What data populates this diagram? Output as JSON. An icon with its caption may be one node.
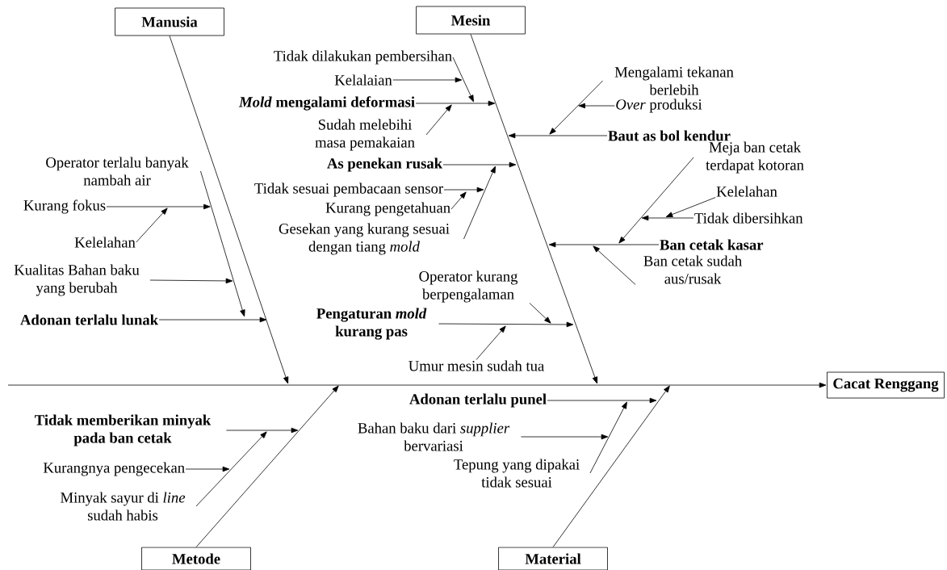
{
  "diagram": {
    "nodes": [
      {
        "text": [
          "Manusia"
        ]
      },
      {
        "text": [
          "Mesin"
        ]
      },
      {
        "text": [
          "Tidak dilakukan pembersihan"
        ]
      },
      {
        "text": [
          "Kelalaian"
        ]
      },
      {
        "text": [
          "*Mold* mengalami deformasi"
        ]
      },
      {
        "text": [
          "Sudah melebihi masa pemakaian"
        ]
      },
      {
        "text": [
          "Mengalami tekanan berlebih"
        ]
      },
      {
        "text": [
          "*Over* produksi"
        ]
      },
      {
        "text": [
          "Baut as bol kendur"
        ]
      },
      {
        "text": [
          "Meja ban cetak terdapat kotoran"
        ]
      },
      {
        "text": [
          "Operator terlalu banyak nambah air"
        ]
      },
      {
        "text": [
          "As penekan rusak"
        ]
      },
      {
        "text": [
          "Tidak sesuai pembacaan sensor"
        ]
      },
      {
        "text": [
          "Kelelahan"
        ]
      },
      {
        "text": [
          "Kurang pengetahuan"
        ]
      },
      {
        "text": [
          "Kurang fokus"
        ]
      },
      {
        "text": [
          "Tidak dibersihkan"
        ]
      },
      {
        "text": [
          "Kelelahan"
        ]
      },
      {
        "text": [
          "Gesekan yang kurang sesuai dengan tiang *mold*"
        ]
      },
      {
        "text": [
          "Ban cetak kasar"
        ]
      },
      {
        "text": [
          "Ban cetak sudah aus/rusak"
        ]
      },
      {
        "text": [
          "Kualitas Bahan baku yang berubah"
        ]
      },
      {
        "text": [
          "Operator kurang berpengalaman"
        ]
      },
      {
        "text": [
          "Adonan terlalu lunak"
        ]
      },
      {
        "text": [
          "Pengaturan *mold* kurang pas"
        ]
      },
      {
        "text": [
          "Umur mesin sudah tua"
        ]
      },
      {
        "text": [
          "Cacat Renggang"
        ]
      },
      {
        "text": [
          "Adonan terlalu punel"
        ]
      },
      {
        "text": [
          "Tidak memberikan minyak pada ban cetak"
        ]
      },
      {
        "text": [
          "Bahan baku dari *supplier* bervariasi"
        ]
      },
      {
        "text": [
          "Kurangnya pengecekan"
        ]
      },
      {
        "text": [
          "Tepung yang dipakai tidak sesuai"
        ]
      },
      {
        "text": [
          "Minyak sayur di *line* sudah habis"
        ]
      },
      {
        "text": [
          "Metode"
        ]
      },
      {
        "text": [
          "Material"
        ]
      }
    ],
    "edges": [
      {
        "from": 0,
        "to": null,
        "arrow": "to"
      },
      {
        "from": 1,
        "to": null,
        "arrow": "to"
      },
      {
        "from": 33,
        "to": null,
        "arrow": "to"
      },
      {
        "from": 34,
        "to": null,
        "arrow": "to"
      },
      {
        "from": null,
        "to": 26,
        "arrow": "to"
      },
      {
        "from": 23,
        "to": null,
        "arrow": "to"
      },
      {
        "from": 10,
        "to": null,
        "arrow": "to"
      },
      {
        "from": 15,
        "to": 10,
        "arrow": "to"
      },
      {
        "from": 17,
        "to": null,
        "arrow": "to"
      },
      {
        "from": 21,
        "to": null,
        "arrow": "to"
      },
      {
        "from": 4,
        "to": null,
        "arrow": "to"
      },
      {
        "from": 2,
        "to": null,
        "arrow": "to"
      },
      {
        "from": 3,
        "to": 2,
        "arrow": "to"
      },
      {
        "from": 5,
        "to": null,
        "arrow": "to"
      },
      {
        "from": 11,
        "to": null,
        "arrow": "to"
      },
      {
        "from": 18,
        "to": null,
        "arrow": "to"
      },
      {
        "from": 12,
        "to": null,
        "arrow": "to"
      },
      {
        "from": 14,
        "to": null,
        "arrow": "to"
      },
      {
        "from": 24,
        "to": null,
        "arrow": "to"
      },
      {
        "from": 22,
        "to": null,
        "arrow": "to"
      },
      {
        "from": 25,
        "to": null,
        "arrow": "to"
      },
      {
        "from": 8,
        "to": null,
        "arrow": "to"
      },
      {
        "from": 6,
        "to": null,
        "arrow": "to"
      },
      {
        "from": 7,
        "to": 6,
        "arrow": "to"
      },
      {
        "from": 19,
        "to": null,
        "arrow": "to"
      },
      {
        "from": 9,
        "to": null,
        "arrow": "to"
      },
      {
        "from": 16,
        "to": null,
        "arrow": "to"
      },
      {
        "from": 13,
        "to": null,
        "arrow": "to"
      },
      {
        "from": 20,
        "to": null,
        "arrow": "to"
      },
      {
        "from": 28,
        "to": null,
        "arrow": "to"
      },
      {
        "from": 32,
        "to": null,
        "arrow": "to"
      },
      {
        "from": 30,
        "to": null,
        "arrow": "to"
      },
      {
        "from": 27,
        "to": null,
        "arrow": "to"
      },
      {
        "from": 31,
        "to": null,
        "arrow": "to"
      },
      {
        "from": 29,
        "to": null,
        "arrow": "to"
      }
    ]
  }
}
